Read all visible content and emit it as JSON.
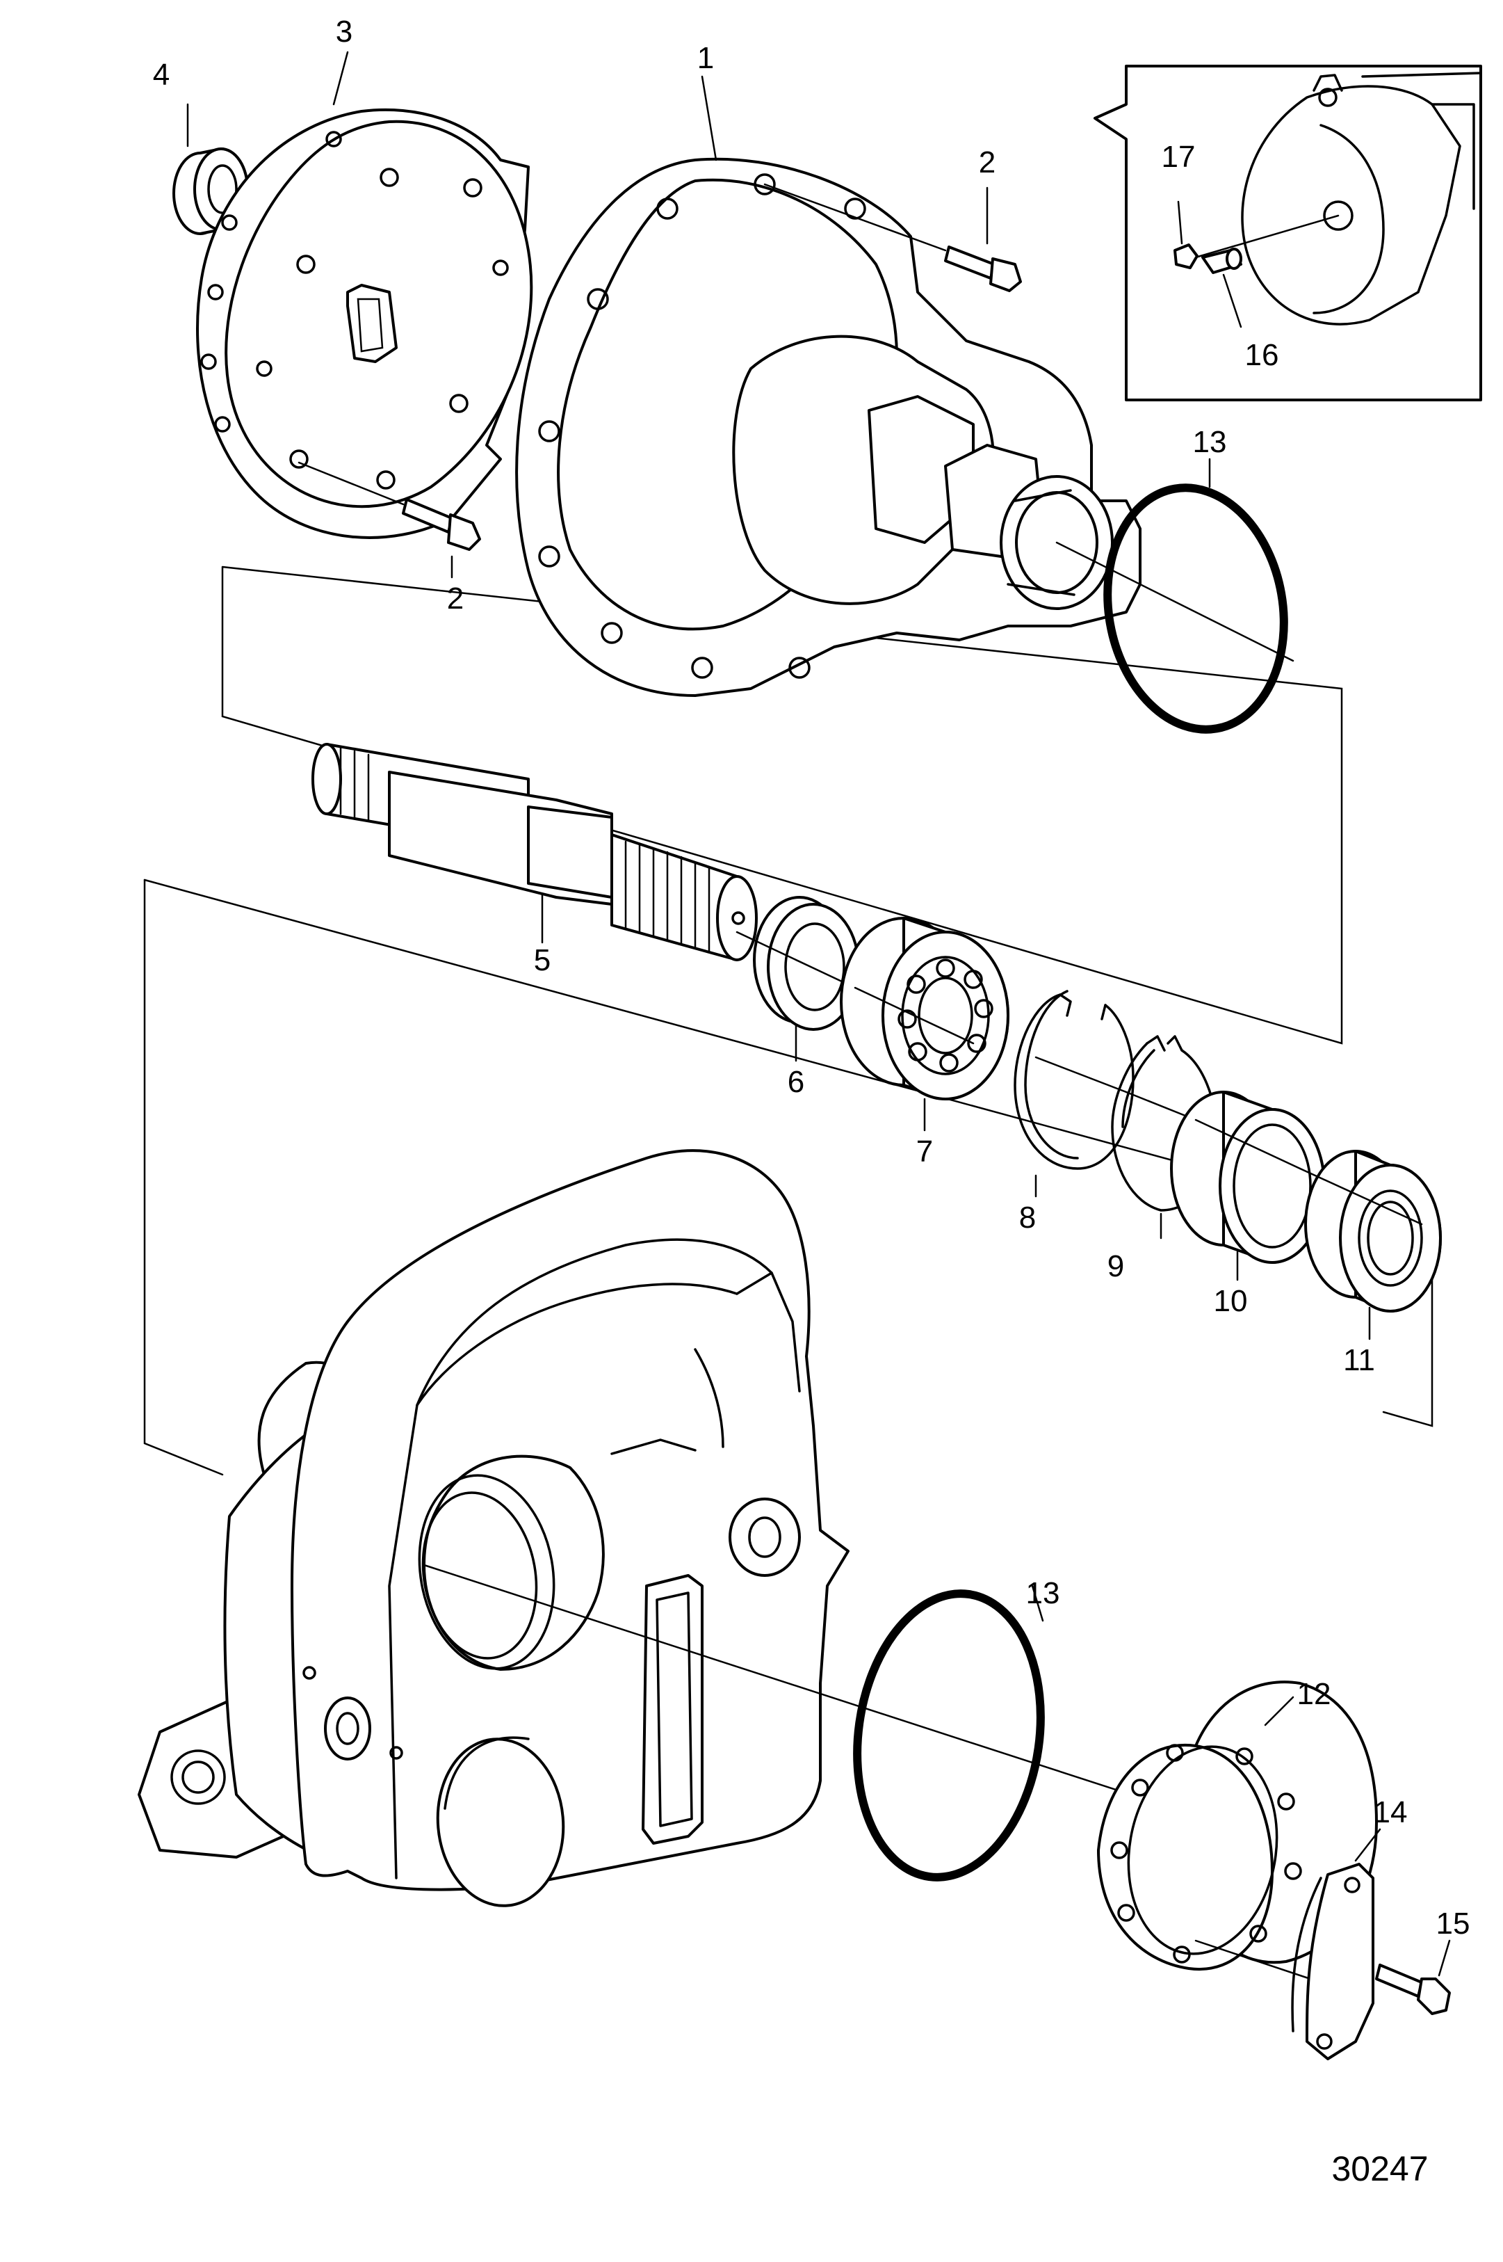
{
  "diagram": {
    "reference_number": "30247",
    "callouts": [
      {
        "id": "1",
        "label": "1"
      },
      {
        "id": "2a",
        "label": "2"
      },
      {
        "id": "2b",
        "label": "2"
      },
      {
        "id": "3",
        "label": "3"
      },
      {
        "id": "4",
        "label": "4"
      },
      {
        "id": "5",
        "label": "5"
      },
      {
        "id": "6",
        "label": "6"
      },
      {
        "id": "7",
        "label": "7"
      },
      {
        "id": "8",
        "label": "8"
      },
      {
        "id": "9",
        "label": "9"
      },
      {
        "id": "10",
        "label": "10"
      },
      {
        "id": "11",
        "label": "11"
      },
      {
        "id": "12",
        "label": "12"
      },
      {
        "id": "13a",
        "label": "13"
      },
      {
        "id": "13b",
        "label": "13"
      },
      {
        "id": "14",
        "label": "14"
      },
      {
        "id": "15",
        "label": "15"
      },
      {
        "id": "16",
        "label": "16"
      },
      {
        "id": "17",
        "label": "17"
      }
    ]
  }
}
